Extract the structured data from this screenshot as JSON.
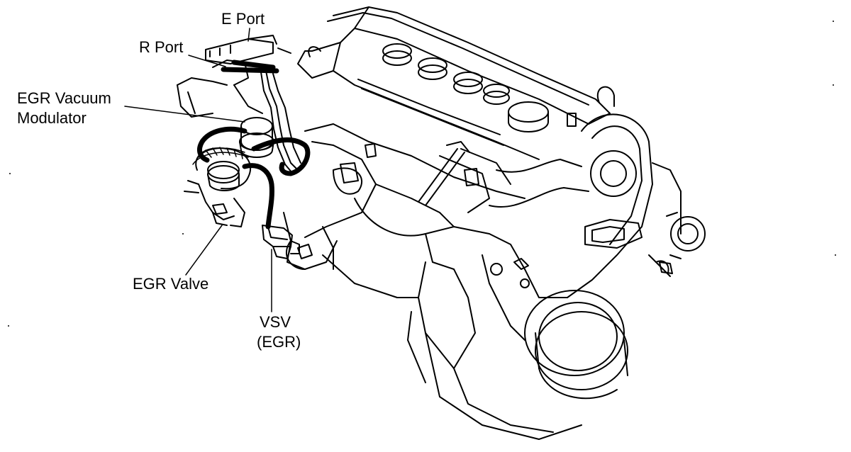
{
  "diagram": {
    "labels": {
      "e_port": "E Port",
      "r_port": "R Port",
      "egr_vacuum_modulator_line1": "EGR Vacuum",
      "egr_vacuum_modulator_line2": "Modulator",
      "egr_valve": "EGR Valve",
      "vsv_line1": "VSV",
      "vsv_line2": "(EGR)"
    }
  },
  "colors": {
    "ink": "#000000",
    "paper": "#ffffff"
  }
}
